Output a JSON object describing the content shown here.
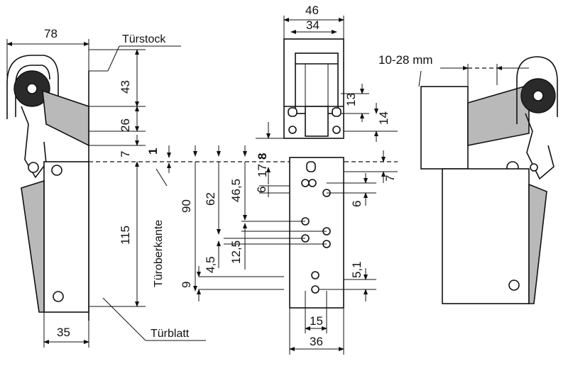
{
  "labels": {
    "tuerstock": "Türstock",
    "tuerblatt": "Türblatt",
    "tueroberkante": "Türoberkante",
    "range": "10-28 mm"
  },
  "dims": {
    "d78": "78",
    "d43": "43",
    "d26": "26",
    "d7a": "7",
    "d115": "115",
    "d35": "35",
    "d1": "1",
    "d90": "90",
    "d62": "62",
    "d465": "46,5",
    "d45": "4,5",
    "d125": "12,5",
    "d9": "9",
    "d8": "8",
    "d17": "17",
    "d6a": "6",
    "d46": "46",
    "d34": "34",
    "d13": "13",
    "d14": "14",
    "d7b": "7",
    "d6b": "6",
    "d51": "5,1",
    "d15": "15",
    "d36": "36"
  }
}
